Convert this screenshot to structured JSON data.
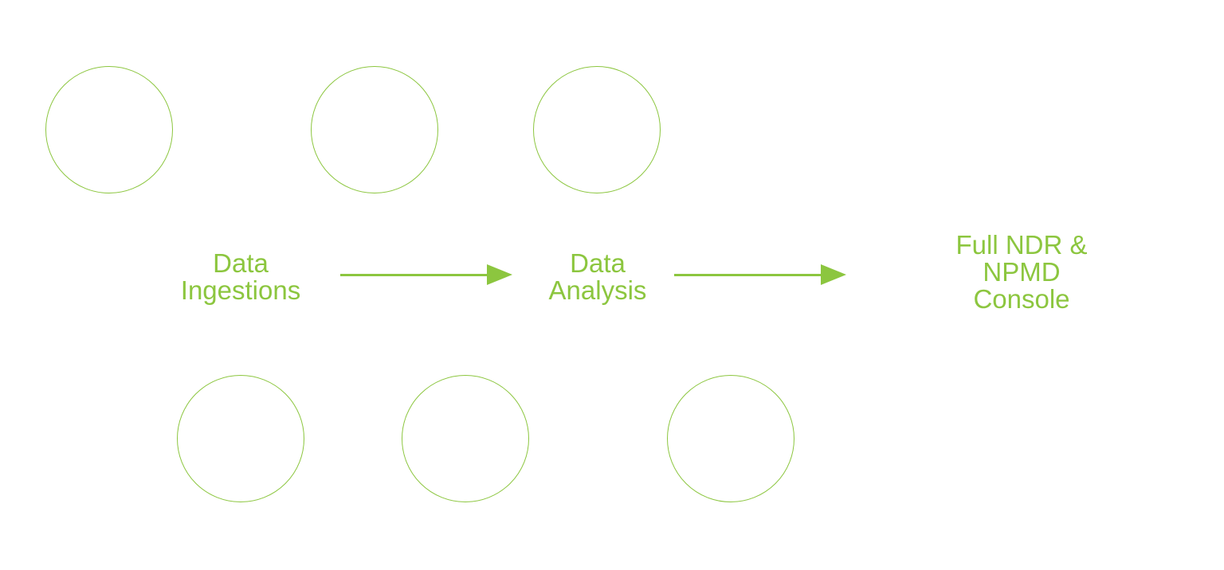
{
  "diagram": {
    "accent_color": "#8cc63f",
    "stages": [
      {
        "lines": [
          "Data",
          "Ingestions"
        ]
      },
      {
        "lines": [
          "Data",
          "Analysis"
        ]
      },
      {
        "lines": [
          "Full NDR &",
          "NPMD",
          "Console"
        ]
      }
    ],
    "top_row_circle_count": 3,
    "bottom_row_circle_count": 3
  }
}
